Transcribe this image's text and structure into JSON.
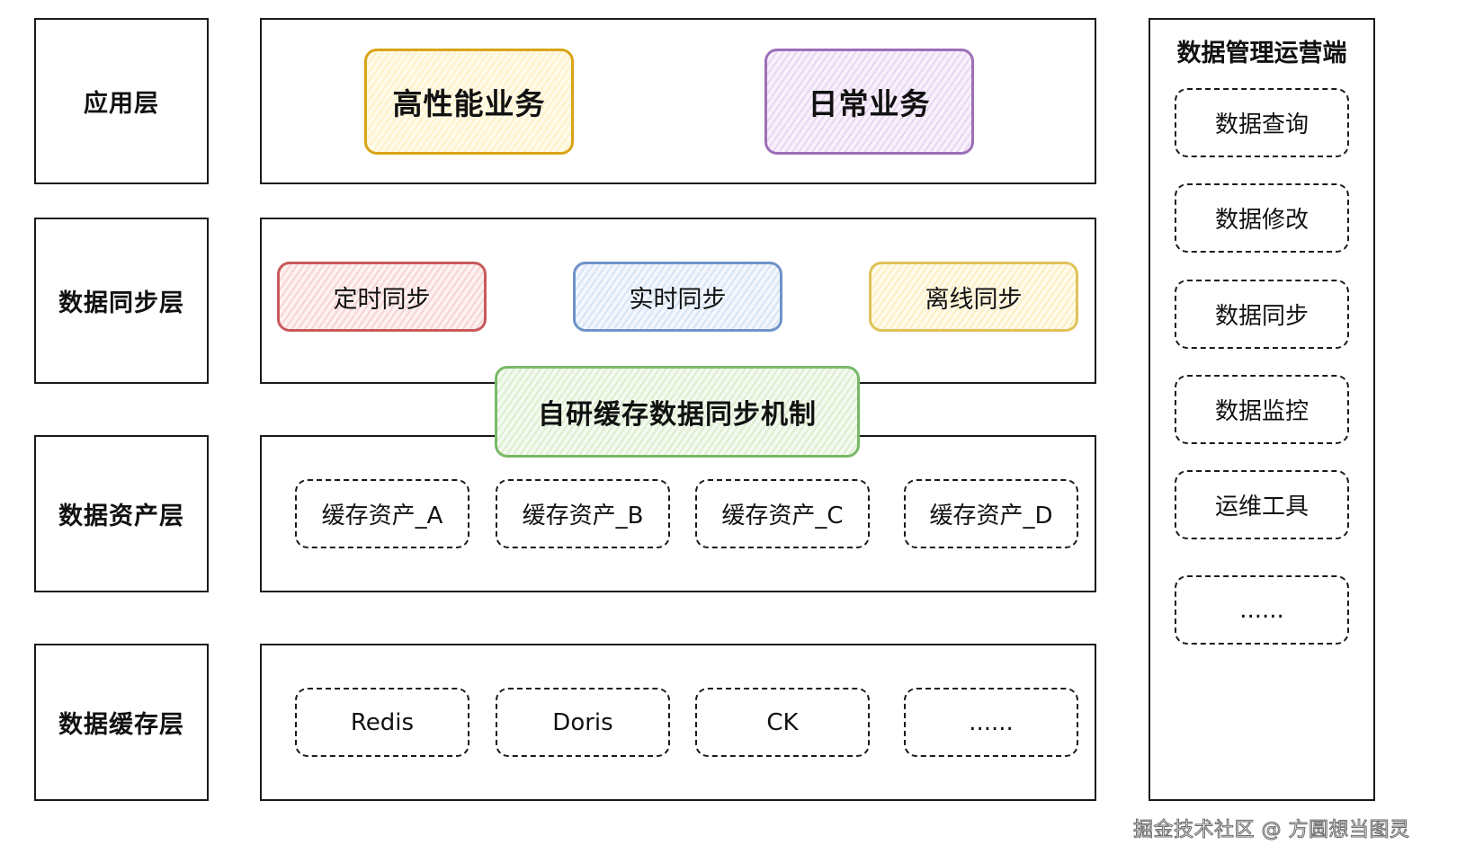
{
  "layers": {
    "application": "应用层",
    "sync": "数据同步层",
    "asset": "数据资产层",
    "cache": "数据缓存层"
  },
  "application_items": [
    "高性能业务",
    "日常业务"
  ],
  "sync_items": [
    "定时同步",
    "实时同步",
    "离线同步"
  ],
  "sync_mechanism": "自研缓存数据同步机制",
  "asset_items": [
    "缓存资产_A",
    "缓存资产_B",
    "缓存资产_C",
    "缓存资产_D"
  ],
  "cache_items": [
    "Redis",
    "Doris",
    "CK",
    "......"
  ],
  "ops": {
    "title": "数据管理运营端",
    "items": [
      "数据查询",
      "数据修改",
      "数据同步",
      "数据监控",
      "运维工具",
      "......"
    ]
  },
  "watermark": "掘金技术社区 @ 方圆想当图灵",
  "colors": {
    "high_perf": "#d9a416",
    "daily": "#9b6fb8",
    "scheduled_sync": "#c85a5a",
    "realtime_sync": "#6f93c9",
    "offline_sync": "#e0c25a",
    "sync_mechanism": "#78b866"
  }
}
